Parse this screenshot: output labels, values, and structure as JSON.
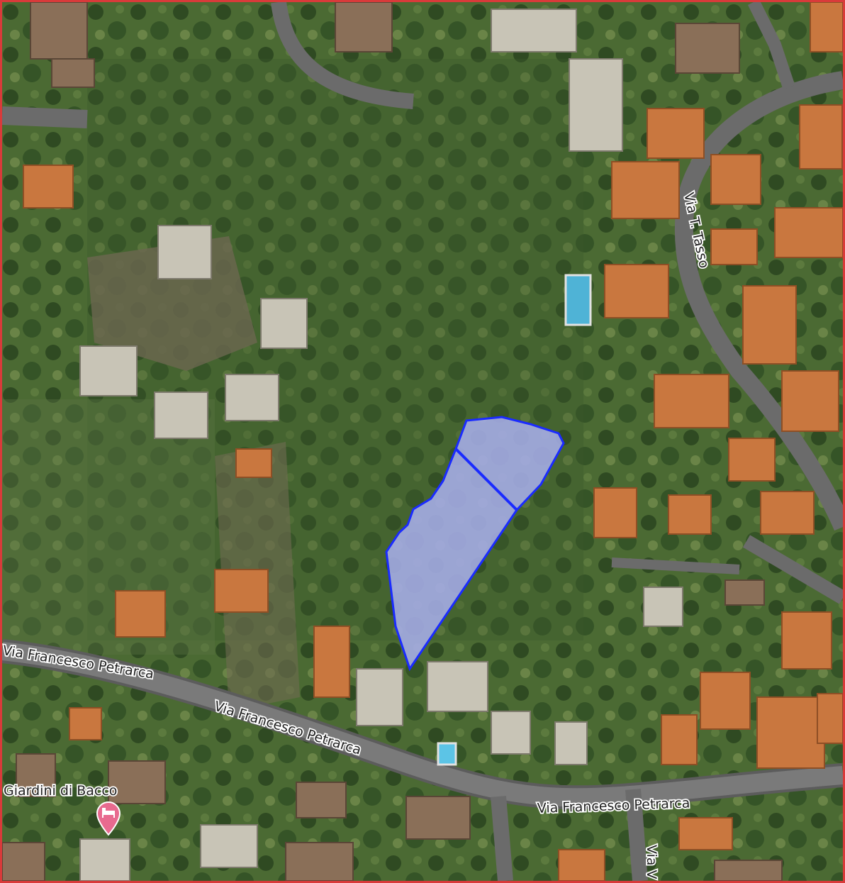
{
  "map": {
    "type": "satellite",
    "frame_color": "#d93a3a",
    "parcel": {
      "fill": "#aab0f0",
      "stroke": "#1a2bff"
    },
    "roads": {
      "petrarca_west": "Via Francesco Petrarca",
      "petrarca_mid": "Via Francesco Petrarca",
      "petrarca_east": "Via Francesco Petrarca",
      "tasso": "Via T. Tasso",
      "via_v": "Via V"
    },
    "poi": {
      "name": "Giardini di Bacco",
      "icon": "hotel-bed-icon",
      "pin_color": "#e86a8f"
    }
  }
}
